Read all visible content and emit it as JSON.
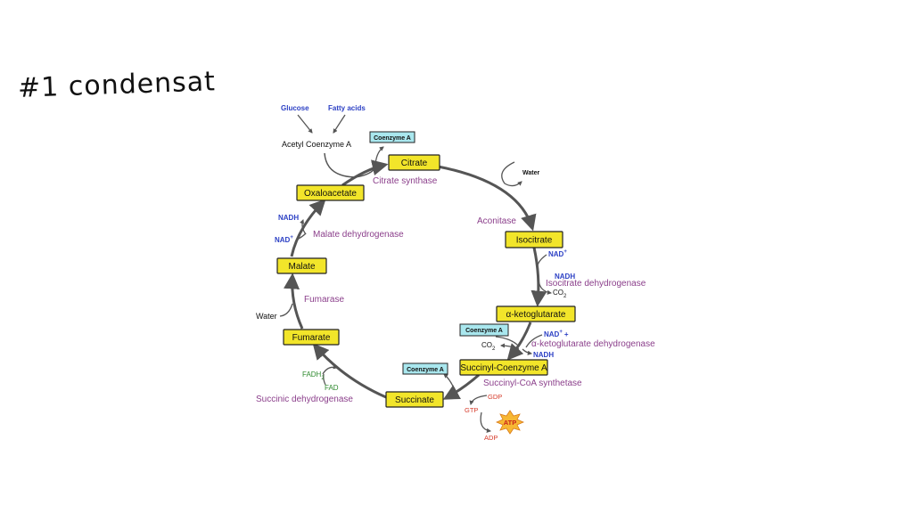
{
  "handwriting": "#1 condensat",
  "inputs": {
    "glucose": "Glucose",
    "fatty_acids": "Fatty acids",
    "acetyl_coa": "Acetyl Coenzyme A"
  },
  "coenzyme_a": "Coenzyme A",
  "metabolites": {
    "citrate": "Citrate",
    "isocitrate": "Isocitrate",
    "alpha_kg": "α-ketoglutarate",
    "succinyl_coa": "Succinyl-Coenzyme A",
    "succinate": "Succinate",
    "fumarate": "Fumarate",
    "malate": "Malate",
    "oxaloacetate": "Oxaloacetate"
  },
  "enzymes": {
    "citrate_synthase": "Citrate synthase",
    "aconitase": "Aconitase",
    "isocitrate_dh": "Isocitrate dehydrogenase",
    "akg_dh": "α-ketoglutarate dehydrogenase",
    "succinyl_coa_synthetase": "Succinyl-CoA synthetase",
    "succinic_dh": "Succinic dehydrogenase",
    "fumarase": "Fumarase",
    "malate_dh": "Malate dehydrogenase"
  },
  "cofactors": {
    "water": "Water",
    "nad": "NAD",
    "nad_plus_sign": "+",
    "plus": "+",
    "nadh": "NADH",
    "co": "CO",
    "sub2": "2",
    "gdp": "GDP",
    "gtp": "GTP",
    "atp": "ATP",
    "adp": "ADP",
    "fadh": "FADH",
    "fad": "FAD"
  },
  "colors": {
    "metabolite_fill": "#f2e52a",
    "coenzyme_fill": "#a9e7ee",
    "enzyme_text": "#8b3f8b",
    "nad_text": "#2b3fc4",
    "fad_text": "#2f8a2f",
    "gtp_text": "#d63a2a",
    "arrow": "#555555"
  }
}
